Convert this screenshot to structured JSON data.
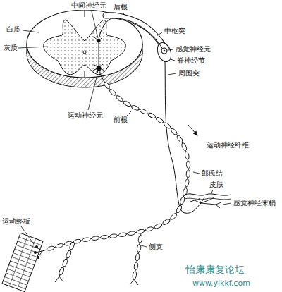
{
  "diagram": {
    "labels": [
      "中间神经元",
      "后根",
      "白质",
      "中枢突",
      "灰质",
      "感觉神经元",
      "脊神经节",
      "周围突",
      "运动神经元",
      "前根",
      "运动神经纤维",
      "郎氏结",
      "皮肤",
      "感觉神经末梢",
      "运动终板",
      "侧支",
      "怡康康复论坛",
      "www.yikkf.com"
    ]
  }
}
